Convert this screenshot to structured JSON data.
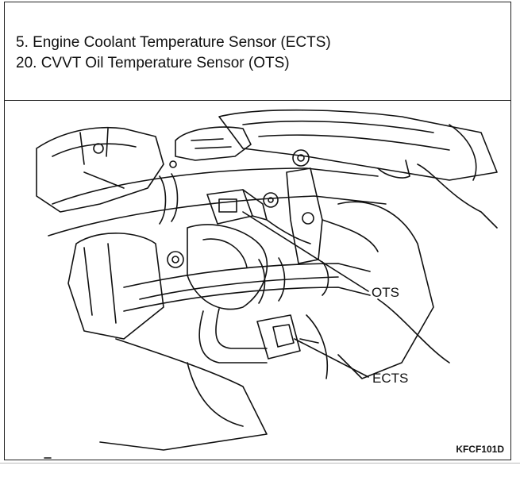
{
  "legend": {
    "items": [
      "5. Engine Coolant Temperature Sensor (ECTS)",
      "20. CVVT Oil Temperature Sensor (OTS)"
    ]
  },
  "callouts": {
    "ots": "OTS",
    "ects": "ECTS"
  },
  "figure": {
    "code": "KFCF101D"
  }
}
